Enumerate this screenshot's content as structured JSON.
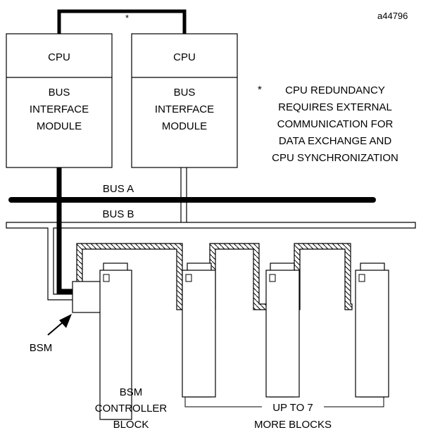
{
  "figure_id": "a44796",
  "asterisk": "*",
  "cpu_left": {
    "cpu": "CPU",
    "bim_line1": "BUS",
    "bim_line2": "INTERFACE",
    "bim_line3": "MODULE"
  },
  "cpu_right": {
    "cpu": "CPU",
    "bim_line1": "BUS",
    "bim_line2": "INTERFACE",
    "bim_line3": "MODULE"
  },
  "note": {
    "marker": "*",
    "line1": "CPU REDUNDANCY",
    "line2": "REQUIRES EXTERNAL",
    "line3": "COMMUNICATION FOR",
    "line4": "DATA EXCHANGE AND",
    "line5": "CPU SYNCHRONIZATION"
  },
  "bus_a": "BUS A",
  "bus_b": "BUS B",
  "bsm_label": "BSM",
  "controller_label": {
    "line1": "BSM",
    "line2": "CONTROLLER",
    "line3": "BLOCK"
  },
  "more_blocks_label": {
    "line1": "UP TO 7",
    "line2": "MORE BLOCKS"
  },
  "colors": {
    "line": "#000000",
    "background": "#ffffff"
  }
}
